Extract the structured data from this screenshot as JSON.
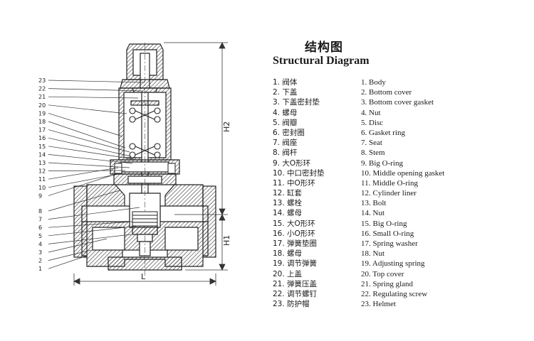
{
  "title_cn": "结构图",
  "title_en": "Structural Diagram",
  "dimension_labels": {
    "height_total": "H2",
    "height_lower": "H1",
    "length": "L"
  },
  "callout_numbers": [
    "23",
    "22",
    "21",
    "20",
    "19",
    "18",
    "17",
    "16",
    "15",
    "14",
    "13",
    "12",
    "11",
    "10",
    "9",
    "8",
    "7",
    "6",
    "5",
    "4",
    "3",
    "2",
    "1"
  ],
  "parts_cn": [
    "1. 阀体",
    "2. 下盖",
    "3. 下盖密封垫",
    "4. 螺母",
    "5. 阀瓣",
    "6. 密封圈",
    "7. 阀座",
    "8. 阀杆",
    "9. 大O形环",
    "10. 中口密封垫",
    "11. 中O形环",
    "12. 缸套",
    "13. 螺栓",
    "14. 螺母",
    "15. 大O形环",
    "16. 小O形环",
    "17. 弹簧垫圈",
    "18. 螺母",
    "19. 调节弹簧",
    "20. 上盖",
    "21. 弹簧压盖",
    "22. 调节螺钉",
    "23. 防护帽"
  ],
  "parts_en": [
    "1. Body",
    "2. Bottom cover",
    "3. Bottom cover gasket",
    "4. Nut",
    "5. Disc",
    "6. Gasket ring",
    "7. Seat",
    "8. Stem",
    "9. Big O-ring",
    "10. Middle opening gasket",
    "11. Middle O-ring",
    "12. Cylinder liner",
    "13. Bolt",
    "14. Nut",
    "15. Big O-ring",
    "16. Small O-ring",
    "17. Spring washer",
    "18. Nut",
    "19. Adjusting spring",
    "20. Top cover",
    "21. Spring gland",
    "22. Regulating screw",
    "23. Helmet"
  ]
}
